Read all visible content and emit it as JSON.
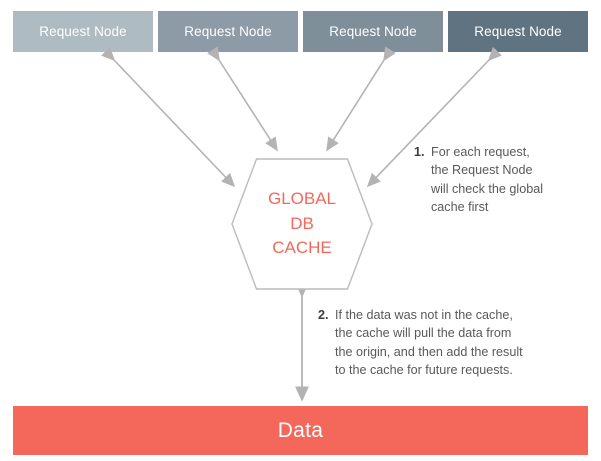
{
  "diagram": {
    "title": "Global DB Cache diagram",
    "colors": {
      "accent_red": "#f4685b",
      "node_1": "#aebbc2",
      "node_2": "#8c9ba5",
      "node_3": "#7e8f9a",
      "node_4": "#5f7480",
      "arrow_gray": "#b3b3b3",
      "hex_stroke": "#b9b9b9",
      "text_gray": "#58595b"
    },
    "nodes": [
      {
        "label": "Request Node",
        "color": "#aebbc2"
      },
      {
        "label": "Request Node",
        "color": "#8c9ba5"
      },
      {
        "label": "Request Node",
        "color": "#7e8f9a"
      },
      {
        "label": "Request Node",
        "color": "#5f7480"
      }
    ],
    "cache": {
      "line1": "GLOBAL",
      "line2": "DB",
      "line3": "CACHE"
    },
    "origin": {
      "label": "Data"
    },
    "notes": [
      {
        "number": "1.",
        "lines": [
          "For each request,",
          "the Request Node",
          "will check the global",
          "cache first"
        ]
      },
      {
        "number": "2.",
        "lines": [
          "If the data was not in the cache,",
          "the cache will pull the data from",
          "the origin, and then add the result",
          "to the cache for future requests."
        ]
      }
    ],
    "connectors": [
      {
        "name": "node-1-to-cache",
        "type": "double-arrow"
      },
      {
        "name": "node-2-to-cache",
        "type": "double-arrow"
      },
      {
        "name": "node-3-to-cache",
        "type": "double-arrow"
      },
      {
        "name": "node-4-to-cache",
        "type": "double-arrow"
      },
      {
        "name": "cache-to-data",
        "type": "double-arrow"
      }
    ]
  }
}
